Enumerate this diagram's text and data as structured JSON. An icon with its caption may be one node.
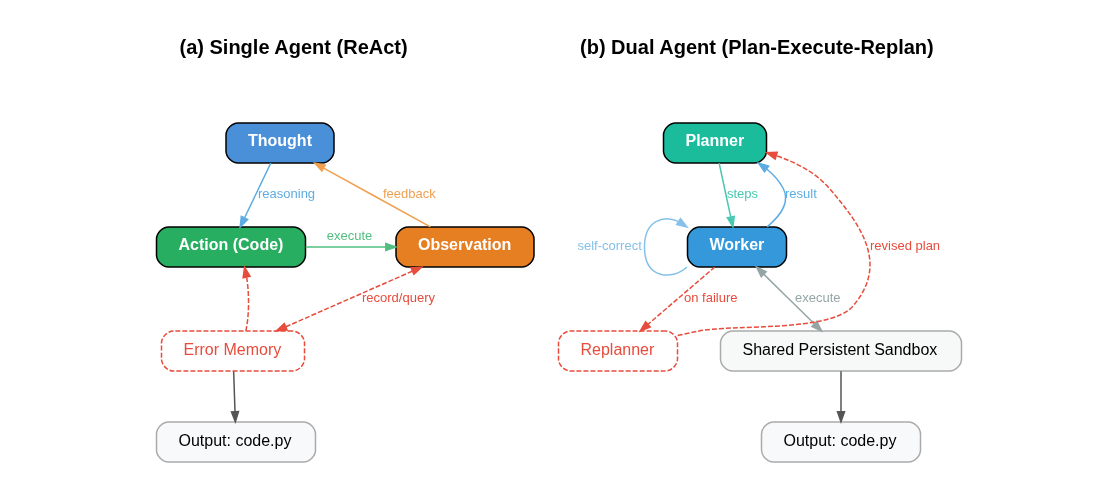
{
  "diagram": {
    "nodes": [
      {
        "text": [
          "Thought"
        ]
      },
      {
        "text": [
          "Action (Code)"
        ]
      },
      {
        "text": [
          "Observation"
        ]
      },
      {
        "text": [
          "Error Memory"
        ]
      },
      {
        "text": [
          "Output: code.py"
        ]
      },
      {
        "text": [
          "Planner"
        ]
      },
      {
        "text": [
          "Worker"
        ]
      },
      {
        "text": [
          "Replanner"
        ]
      },
      {
        "text": [
          "Shared Persistent Sandbox"
        ]
      },
      {
        "text": [
          "Output: code.py"
        ]
      }
    ],
    "edges": [
      {
        "from": 0,
        "to": 1,
        "arrow": "to",
        "label": "reasoning",
        "color": "#5dade2"
      },
      {
        "from": 1,
        "to": 2,
        "arrow": "to",
        "label": "execute",
        "color": "#52be80"
      },
      {
        "from": 2,
        "to": 0,
        "arrow": "to",
        "label": "feedback",
        "color": "#f0a050"
      },
      {
        "from": 3,
        "to": 1,
        "arrow": "to",
        "style": "dashed",
        "color": "#e74c3c"
      },
      {
        "from": 3,
        "to": 2,
        "arrow": "both",
        "label": "record/query",
        "style": "dashed",
        "color": "#e74c3c"
      },
      {
        "from": 3,
        "to": 4,
        "arrow": "to",
        "color": "#555555"
      },
      {
        "from": 6,
        "to": 5,
        "arrow": "to",
        "label": "result",
        "color": "#5dade2"
      },
      {
        "from": 5,
        "to": 6,
        "arrow": "to",
        "label": "steps",
        "color": "#48c9b0"
      },
      {
        "from": 6,
        "to": 6,
        "arrow": "to",
        "label": "self-correct",
        "color": "#85c1e9"
      },
      {
        "from": 6,
        "to": 7,
        "arrow": "to",
        "label": "on failure",
        "style": "dashed",
        "color": "#e74c3c"
      },
      {
        "from": 7,
        "to": 5,
        "arrow": "to",
        "label": "revised plan",
        "style": "dashed",
        "color": "#e74c3c"
      },
      {
        "from": 6,
        "to": 8,
        "arrow": "both",
        "label": "execute",
        "color": "#95a5a6"
      },
      {
        "from": 8,
        "to": 9,
        "arrow": "to",
        "color": "#555555"
      }
    ],
    "labels": [
      "(a) Single Agent (ReAct)",
      "(b) Dual Agent (Plan-Execute-Replan)"
    ]
  }
}
